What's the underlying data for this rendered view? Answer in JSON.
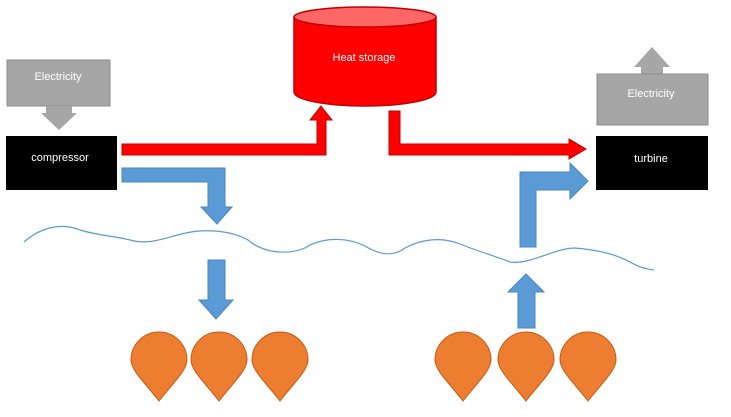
{
  "labels": {
    "electricity_in": "Electricity",
    "compressor": "compressor",
    "heat_storage": "Heat storage",
    "electricity_out": "Electricity",
    "turbine": "turbine"
  },
  "colors": {
    "grey": "#a6a6a6",
    "box": "#000000",
    "heat": "#ff0000",
    "heat_stroke": "#c00000",
    "air": "#5b9bd5",
    "water": "#5b9bd5",
    "balloon": "#ed7d31",
    "balloon_stroke": "#c55a11"
  },
  "icons": {
    "flow_in": "arrow-down-icon",
    "flow_out": "arrow-up-icon",
    "storage": "cylinder-icon",
    "air_store": "balloon-icon"
  }
}
